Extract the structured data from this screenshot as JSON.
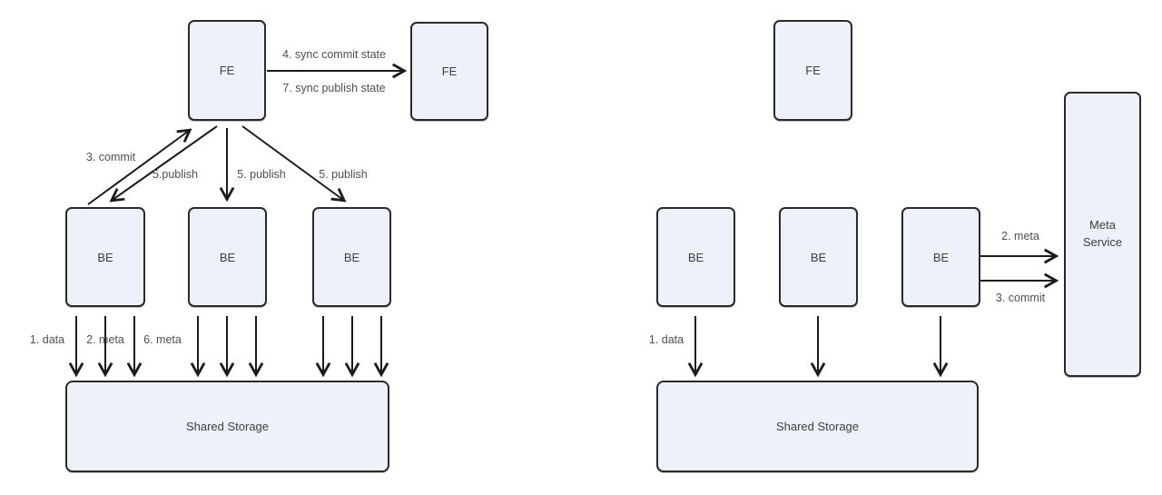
{
  "canvas": {
    "background": "#ffffff",
    "node_fill": "#edf1fa",
    "node_border": "#2a2a2a",
    "node_text_color": "#3f3f3f",
    "label_color": "#4f4f4f",
    "arrow_color": "#1b1b1b"
  },
  "left": {
    "fe_main": "FE",
    "fe_peer": "FE",
    "be1": "BE",
    "be2": "BE",
    "be3": "BE",
    "storage": "Shared Storage",
    "labels": {
      "sync_commit": "4. sync commit state",
      "sync_publish": "7. sync publish state",
      "commit": "3. commit",
      "publish_a": "5.publish",
      "publish_b": "5. publish",
      "publish_c": "5. publish",
      "data": "1. data",
      "meta_2": "2. meta",
      "meta_6": "6. meta"
    }
  },
  "right": {
    "fe": "FE",
    "be1": "BE",
    "be2": "BE",
    "be3": "BE",
    "storage": "Shared Storage",
    "meta_service": "Meta Service",
    "labels": {
      "data": "1. data",
      "meta": "2. meta",
      "commit": "3. commit"
    }
  }
}
